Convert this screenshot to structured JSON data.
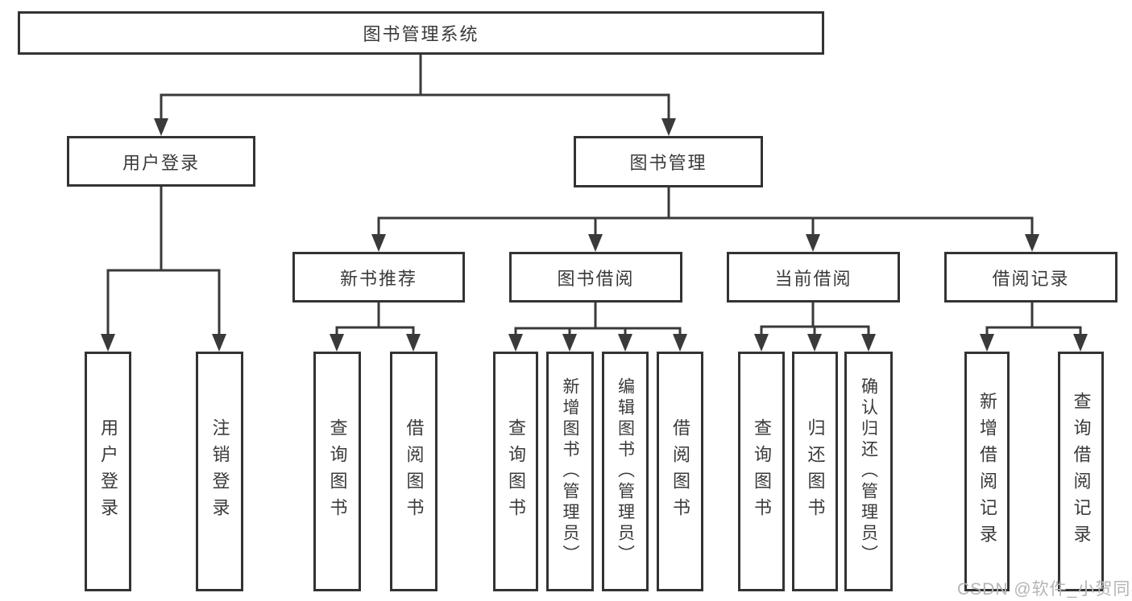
{
  "tree": {
    "root": {
      "label": "图书管理系统"
    },
    "branches": [
      {
        "label": "用户登录",
        "children": [
          {
            "label": "用户登录"
          },
          {
            "label": "注销登录"
          }
        ]
      },
      {
        "label": "图书管理",
        "children": [
          {
            "label": "新书推荐",
            "children": [
              {
                "label": "查询图书"
              },
              {
                "label": "借阅图书"
              }
            ]
          },
          {
            "label": "图书借阅",
            "children": [
              {
                "label": "查询图书"
              },
              {
                "label": "新增图书（管理员）"
              },
              {
                "label": "编辑图书（管理员）"
              },
              {
                "label": "借阅图书"
              }
            ]
          },
          {
            "label": "当前借阅",
            "children": [
              {
                "label": "查询图书"
              },
              {
                "label": "归还图书"
              },
              {
                "label": "确认归还（管理员）"
              }
            ]
          },
          {
            "label": "借阅记录",
            "children": [
              {
                "label": "新增借阅记录"
              },
              {
                "label": "查询借阅记录"
              }
            ]
          }
        ]
      }
    ]
  },
  "watermark": {
    "text": "CSDN @软件_小贺同学"
  },
  "colors": {
    "line": "#3a3a3a",
    "box_border": "#333333",
    "box_fill": "#ffffff",
    "text": "#3a3a3a",
    "watermark": "#b5b5b7",
    "background": "#ffffff"
  }
}
